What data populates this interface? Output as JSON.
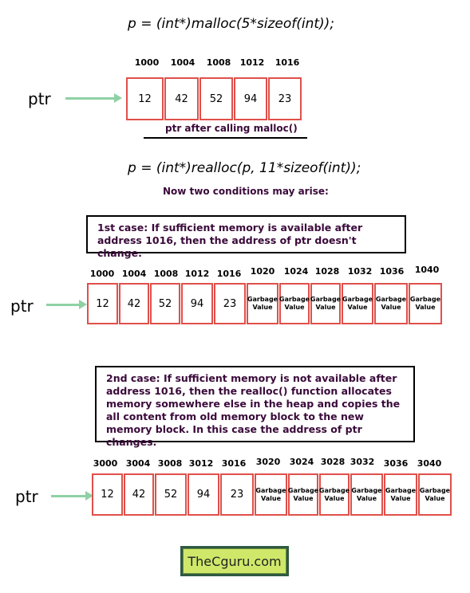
{
  "malloc_code": "p = (int*)malloc(5*sizeof(int));",
  "realloc_code": "p = (int*)realloc(p, 11*sizeof(int));",
  "conditions_text": "Now two conditions may arise:",
  "ptr_label": "ptr",
  "section1": {
    "addresses": [
      "1000",
      "1004",
      "1008",
      "1012",
      "1016"
    ],
    "values": [
      "12",
      "42",
      "52",
      "94",
      "23"
    ],
    "caption": "ptr after calling malloc()"
  },
  "case1": {
    "text": "1st case:  If sufficient memory is available after address 1016, then the address of ptr doesn't change.",
    "addresses": [
      "1000",
      "1004",
      "1008",
      "1012",
      "1016",
      "1020",
      "1024",
      "1028",
      "1032",
      "1036",
      "1040"
    ],
    "values": [
      "12",
      "42",
      "52",
      "94",
      "23",
      "Garbage Value",
      "Garbage Value",
      "Garbage Value",
      "Garbage Value",
      "Garbage Value",
      "Garbage Value"
    ]
  },
  "case2": {
    "text": "2nd case:  If sufficient memory is not available after address 1016, then the realloc() function allocates memory somewhere else in the heap and copies the all content from old memory block to the new memory block. In this case the address of ptr changes.",
    "addresses": [
      "3000",
      "3004",
      "3008",
      "3012",
      "3016",
      "3020",
      "3024",
      "3028",
      "3032",
      "3036",
      "3040"
    ],
    "values": [
      "12",
      "42",
      "52",
      "94",
      "23",
      "Garbage Value",
      "Garbage Value",
      "Garbage Value",
      "Garbage Value",
      "Garbage Value",
      "Garbage Value"
    ]
  },
  "logo_text": "TheCguru.com",
  "colors": {
    "cell_border": "#e0504a",
    "arrow": "#8fd1a5",
    "logo_bg": "#cfe86a",
    "logo_frame": "#2e5a43"
  }
}
